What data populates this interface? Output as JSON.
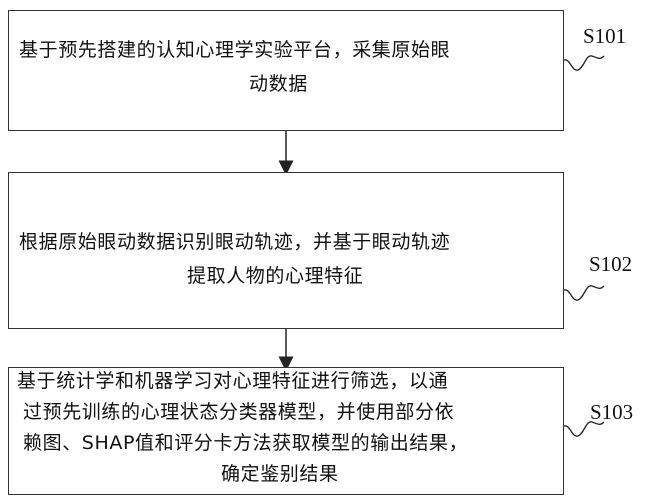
{
  "steps": [
    {
      "id": "S101",
      "label": "S101",
      "lines": [
        "基于预先搭建的认知心理学实验平台，采集原始眼",
        "动数据"
      ]
    },
    {
      "id": "S102",
      "label": "S102",
      "lines": [
        "根据原始眼动数据识别眼动轨迹，并基于眼动轨迹",
        "提取人物的心理特征"
      ]
    },
    {
      "id": "S103",
      "label": "S103",
      "lines": [
        "基于统计学和机器学习对心理特征进行筛选，以通",
        "过预先训练的心理状态分类器模型，并使用部分依",
        "赖图、SHAP值和评分卡方法获取模型的输出结果，",
        "确定鉴别结果"
      ]
    }
  ]
}
